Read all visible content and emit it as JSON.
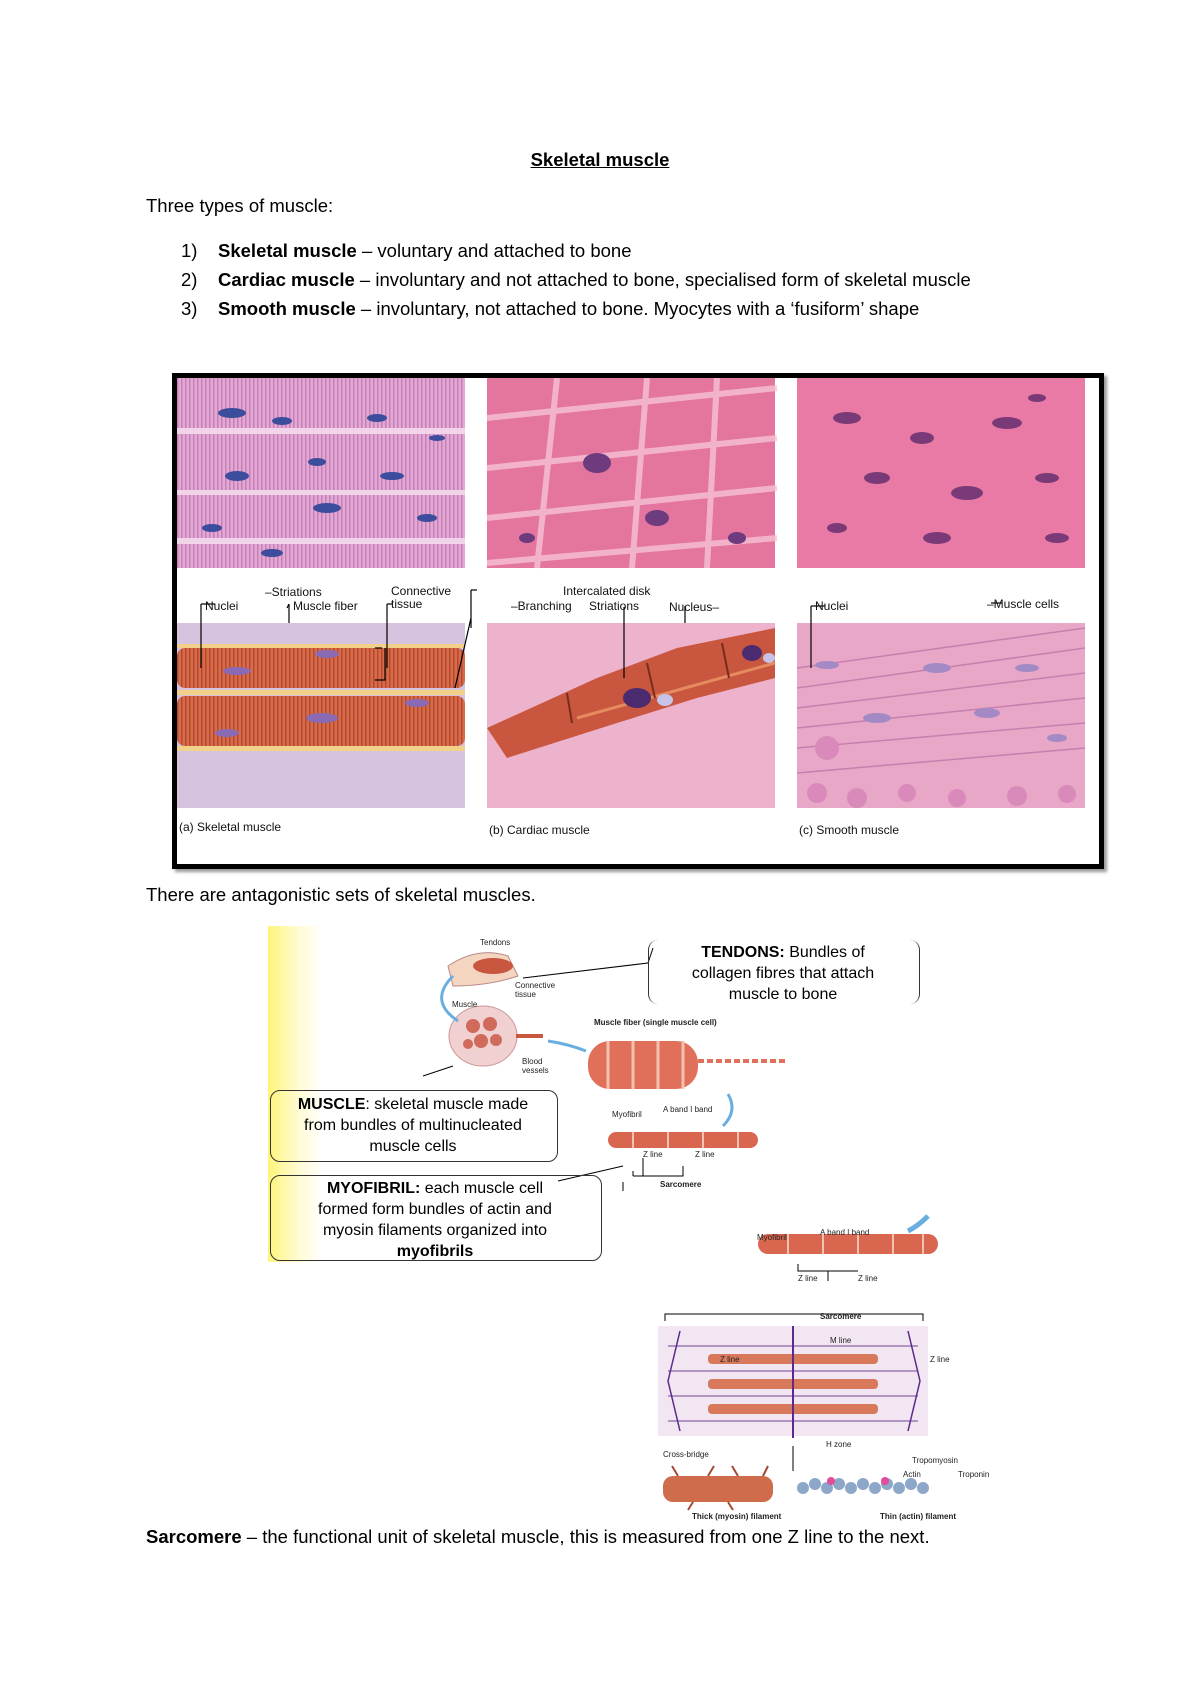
{
  "title": "Skeletal muscle",
  "intro": "Three types of muscle:",
  "list": [
    {
      "num": "1)",
      "term": "Skeletal muscle",
      "desc": " – voluntary and attached to bone"
    },
    {
      "num": "2)",
      "term": "Cardiac muscle",
      "desc": " – involuntary and not attached to bone, specialised form of skeletal muscle"
    },
    {
      "num": "3)",
      "term": "Smooth muscle",
      "desc": " – involuntary, not attached to bone. Myocytes with a ‘fusiform’ shape"
    }
  ],
  "figure1": {
    "labels": {
      "striations": "–Striations",
      "nuclei_a": "Nuclei",
      "muscle_fiber": "Muscle fiber",
      "connective": "Connective",
      "tissue": "tissue",
      "intercalated": "Intercalated disk",
      "branching": "–Branching",
      "striations_b": "Striations",
      "nucleus_b": "Nucleus–",
      "nuclei_c": "Nuclei",
      "muscle_cells": "–Muscle cells"
    },
    "captions": [
      "(a) Skeletal muscle",
      "(b) Cardiac muscle",
      "(c) Smooth muscle"
    ]
  },
  "antagonistic": "There are antagonistic sets of skeletal muscles.",
  "figure2": {
    "tendons": {
      "bold": "TENDONS:",
      "rest1": " Bundles of",
      "line2": "collagen fibres that attach",
      "line3": "muscle to bone"
    },
    "muscle": {
      "bold": "MUSCLE",
      "rest1": ": skeletal muscle made",
      "line2": "from bundles of multinucleated",
      "line3": "muscle cells"
    },
    "myofibril": {
      "bold": "MYOFIBRIL:",
      "rest1": " each muscle cell",
      "line2": "formed form bundles of actin and",
      "line3": "myosin filaments organized into",
      "line4": "myofibrils"
    },
    "small": {
      "tendons": "Tendons",
      "connective": "Connective",
      "tissue": "tissue",
      "muscle": "Muscle",
      "blood": "Blood",
      "vessels": "vessels",
      "muscle_fiber": "Muscle fiber (single muscle cell)",
      "myofibril": "Myofibril",
      "aband": "A band  I band",
      "zline1": "Z line",
      "zline2": "Z line",
      "sarcomere": "Sarcomere",
      "myofibril2": "Myofibril",
      "aband2": "A band  I band",
      "zline3": "Z line",
      "zline4": "Z line",
      "sarcomere2": "Sarcomere",
      "mline": "M line",
      "zline5": "Z line",
      "zline6": "Z line",
      "hzone": "H zone",
      "crossbridge": "Cross-bridge",
      "tropomyosin": "Tropomyosin",
      "actin": "Actin",
      "troponin": "Troponin",
      "thick": "Thick (myosin) filament",
      "thin": "Thin (actin) filament"
    }
  },
  "sarcomere": {
    "term": "Sarcomere",
    "desc": " – the functional unit of skeletal muscle, this is measured from one Z line to the next."
  },
  "colors": {
    "tissue_pink": "#e48bb0",
    "fiber_red": "#c9563f",
    "nucleus_purple": "#5b3a8c",
    "highlight_yellow": "#fff7a0"
  }
}
